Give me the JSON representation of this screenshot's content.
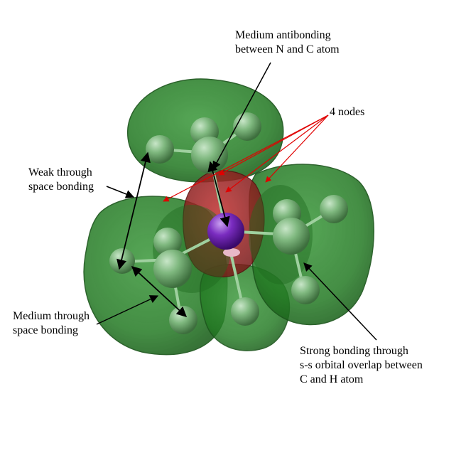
{
  "annotations": {
    "antibonding": {
      "line1": "Medium antibonding",
      "line2": "between N and C atom"
    },
    "nodes": {
      "text": "4 nodes"
    },
    "weak": {
      "line1": "Weak through",
      "line2": "space bonding"
    },
    "medium": {
      "line1": "Medium through",
      "line2": "space bonding"
    },
    "strong": {
      "line1": "Strong bonding through",
      "line2": "s-s orbital overlap between",
      "line3": "C and H atom"
    }
  },
  "colors": {
    "bonding_lobe": "#2e8b2e",
    "antibonding_lobe": "#b22222",
    "nitrogen_atom": "#6a1fa0",
    "carbon_hydrogen_atom": "#6fae6f",
    "node_arrow": "#e00000",
    "arrow": "#000000"
  }
}
